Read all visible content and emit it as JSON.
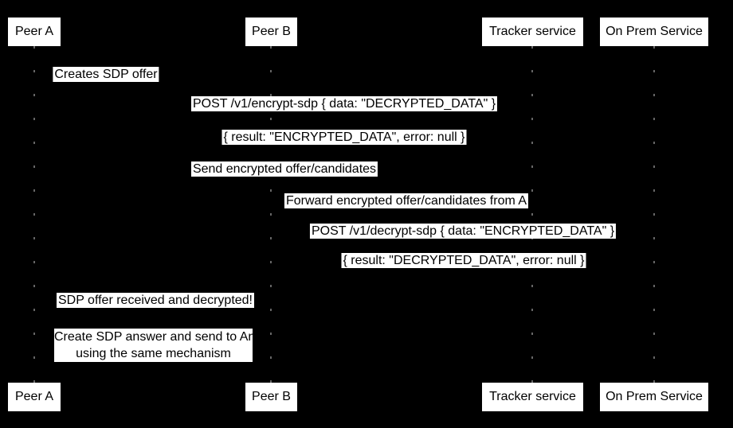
{
  "colors": {
    "background": "#000000",
    "label_background": "#ffffff",
    "label_text": "#000000",
    "lifeline_dash": "#b9b9b9"
  },
  "actors": [
    {
      "label": "Peer A"
    },
    {
      "label": "Peer B"
    },
    {
      "label": "Tracker service"
    },
    {
      "label": "On Prem Service"
    }
  ],
  "messages": [
    {
      "text": "Creates SDP offer"
    },
    {
      "text": "POST /v1/encrypt-sdp { data: \"DECRYPTED_DATA\" }"
    },
    {
      "text": "{ result: \"ENCRYPTED_DATA\", error: null }"
    },
    {
      "text": "Send encrypted offer/candidates"
    },
    {
      "text": "Forward encrypted offer/candidates from A"
    },
    {
      "text": "POST /v1/decrypt-sdp { data: \"ENCRYPTED_DATA\" }"
    },
    {
      "text": "{ result: \"DECRYPTED_DATA\", error: null }"
    },
    {
      "text": "SDP offer received and decrypted!"
    }
  ],
  "note": {
    "lines": [
      "Create SDP answer and send to An",
      "using the same mechanism"
    ]
  }
}
